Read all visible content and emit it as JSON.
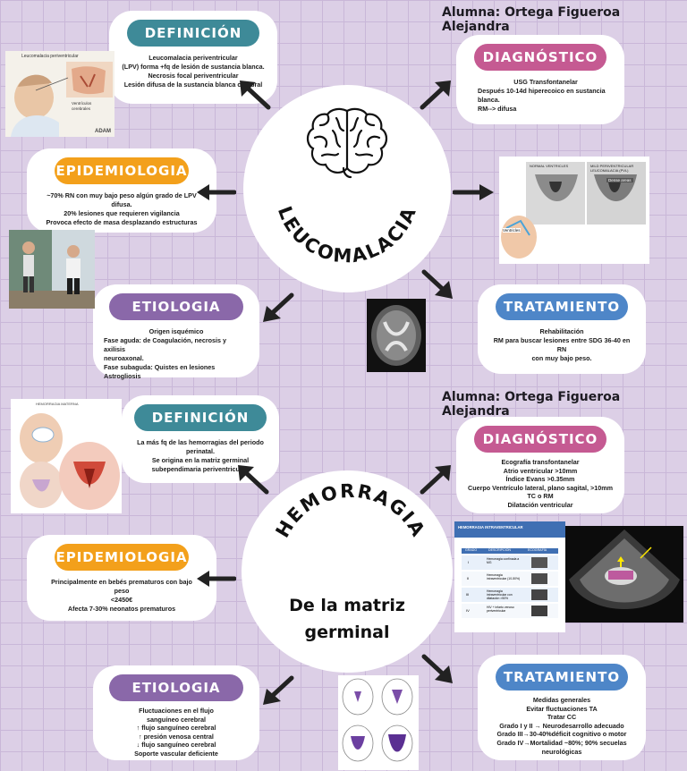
{
  "author": "Alumna: Ortega Figueroa Alejandra",
  "top": {
    "title": "LEUCOMALACIA",
    "definicion": {
      "label": "DEFINICIÓN",
      "lines": [
        "Leucomalacia periventricular",
        "(LPV) forma +fq de lesión de sustancia blanca.",
        "Necrosis focal periventricular",
        "Lesión difusa de la sustancia blanca cerebral"
      ]
    },
    "diagnostico": {
      "label": "DIAGNÓSTICO",
      "lines": [
        "USG Transfontanelar",
        "Después 10-14d hiperecoico en sustancia",
        "blanca.",
        "RM--> difusa"
      ]
    },
    "epidemiologia": {
      "label": "EPIDEMIOLOGIA",
      "lines": [
        "~70% RN con muy bajo peso algún grado de LPV difusa.",
        "20% lesiones que requieren vigilancia",
        "Provoca efecto de masa desplazando estructuras"
      ]
    },
    "etiologia": {
      "label": "ETIOLOGIA",
      "lines": [
        "Origen isquémico",
        "Fase aguda: de Coagulación, necrosis y axilisis",
        "neuroaxonal.",
        "Fase subaguda: Quistes en lesiones",
        "Astrogliosis"
      ]
    },
    "tratamiento": {
      "label": "TRATAMIENTO",
      "lines": [
        "Rehabilitación",
        "RM para buscar lesiones entre SDG 36-40 en RN",
        "con muy bajo peso."
      ]
    },
    "img_labels": {
      "lpv_title": "Leucomalacia periventricular",
      "ventriculos": "Ventrículos cerebrales",
      "adam": "ADAM",
      "normal": "NORMAL VENTRICLES",
      "mild": "MILD PERIVENTRICULAR LEUCOMALACIA (PVL)",
      "ventricles": "Ventricles",
      "dense": "Dense areas"
    }
  },
  "bottom": {
    "title": "HEMORRAGIA",
    "subtitle_1": "De la matriz",
    "subtitle_2": "germinal",
    "definicion": {
      "label": "DEFINICIÓN",
      "lines": [
        "La más fq de las hemorragias del periodo",
        "perinatal.",
        "Se origina en la matriz germinal",
        "subependimaria periventricular."
      ]
    },
    "diagnostico": {
      "label": "DIAGNÓSTICO",
      "lines": [
        "Ecografía transfontanelar",
        "Atrio ventricular >10mm",
        "Índice Evans >0.35mm",
        "Cuerpo Ventrículo lateral, plano sagital, >10mm",
        "TC o RM",
        "Dilatación ventricular"
      ]
    },
    "epidemiologia": {
      "label": "EPIDEMIOLOGIA",
      "lines": [
        "Principalmente en bebés prematuros con bajo",
        "peso",
        "<2450€",
        "Afecta 7-30% neonatos prematuros"
      ]
    },
    "etiologia": {
      "label": "ETIOLOGIA",
      "lines": [
        "Fluctuaciones en el flujo",
        "sanguíneo cerebral",
        "↑ flujo sanguíneo cerebral",
        "↑ presión venosa central",
        "↓ flujo sanguíneo cerebral",
        "Soporte vascular deficiente"
      ]
    },
    "tratamiento": {
      "label": "TRATAMIENTO",
      "lines": [
        "Medidas generales",
        "Evitar fluctuaciones TA",
        "Tratar CC",
        "Grado I y II → Neurodesarrollo adecuado",
        "Grado III→30-40%déficit cognitivo o motor",
        "Grado IV→Mortalidad ~80%; 90% secuelas",
        "neurológicas"
      ]
    },
    "img_labels": {
      "hem_title": "HEMORRAGIA INTRAVENTRICULAR",
      "grado": "GRADO",
      "descripcion": "DESCRIPCIÓN",
      "ecografia": "ECOGRAFÍA",
      "g1": "I",
      "g2": "II",
      "g3": "III",
      "g4": "IV",
      "d1": "Hemorragia confinada a MG",
      "d2": "Hemorragia intraventricular (10-50%)",
      "d3": "Hemorragia intraventricular con dilatación >50%",
      "d4": "HIV + infarto venoso periventricular",
      "hem_left": "HEMORRAGIA MATERNA"
    }
  },
  "colors": {
    "teal": "#3e8a98",
    "pink": "#c55a92",
    "orange": "#f3a01b",
    "purple": "#8a68a9",
    "blue": "#4e86c8"
  }
}
